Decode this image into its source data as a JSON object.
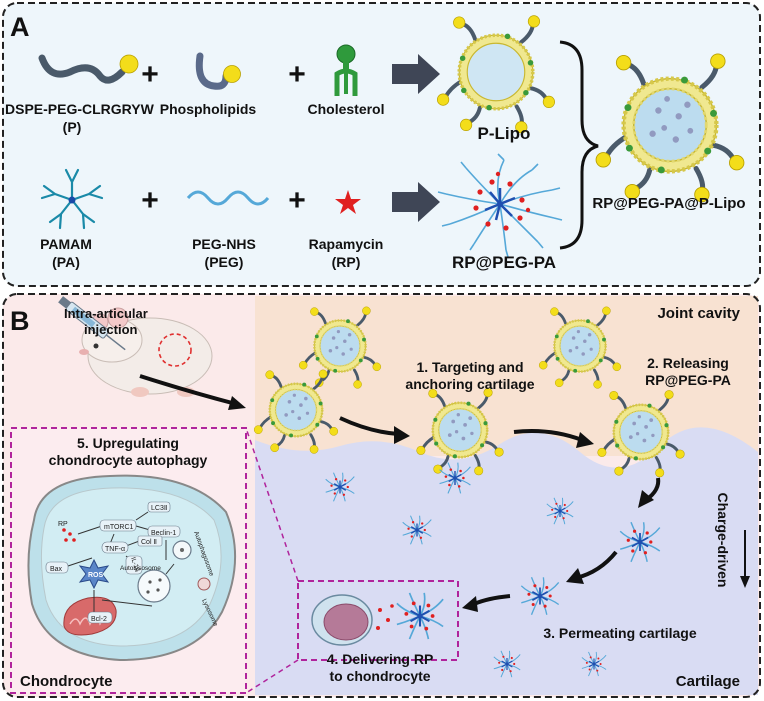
{
  "panel_a": {
    "letter": "A",
    "row1": {
      "p_label": "DSPE-PEG-CLRGRYW",
      "p_abbr": "(P)",
      "phospholipids": "Phospholipids",
      "cholesterol": "Cholesterol",
      "product": "P-Lipo",
      "plus": "+"
    },
    "row2": {
      "pa_label": "PAMAM",
      "pa_abbr": "(PA)",
      "peg_label": "PEG-NHS",
      "peg_abbr": "(PEG)",
      "rp_label": "Rapamycin",
      "rp_abbr": "(RP)",
      "product": "RP@PEG-PA",
      "plus": "+"
    },
    "final_product": "RP@PEG-PA@P-Lipo"
  },
  "panel_b": {
    "letter": "B",
    "injection_line1": "Intra-articular",
    "injection_line2": "injection",
    "joint_cavity": "Joint cavity",
    "cartilage": "Cartilage",
    "chondrocyte": "Chondrocyte",
    "step1_line1": "1. Targeting and",
    "step1_line2": "anchoring cartilage",
    "step2_line1": "2. Releasing",
    "step2_line2": "RP@PEG-PA",
    "step3": "3. Permeating cartilage",
    "step4_line1": "4. Delivering RP",
    "step4_line2": "to chondrocyte",
    "step5_line1": "5. Upregulating",
    "step5_line2": "chondrocyte autophagy",
    "charge_driven": "Charge-driven",
    "cell_labels": {
      "lc3": "LC3Ⅱ",
      "mtorc1": "mTORC1",
      "beclin": "Beclin-1",
      "rp": "RP",
      "tnf": "TNF-α",
      "col": "Col Ⅱ",
      "autophagosome": "Autophagosome",
      "il": "IL-1β",
      "bax": "Bax",
      "ros": "ROS",
      "autolysosome": "Autolysosome",
      "lysosome": "Lysosome",
      "bcl": "Bcl-2"
    }
  },
  "colors": {
    "panel_a_bg": "#eef6fb",
    "joint_bg": "#f8e2d2",
    "cartilage_bg": "#d9dcf3",
    "magenta": "#b0249c",
    "arrow": "#3f4656",
    "liposome_shell": "#e8e070",
    "core": "#b8d8ec",
    "yellow_head": "#f5dd1a",
    "green_dot": "#3a9a3a",
    "dendrimer": "#1f4fb0",
    "peg_blue": "#55a8d8",
    "rapamycin_red": "#e02020"
  }
}
